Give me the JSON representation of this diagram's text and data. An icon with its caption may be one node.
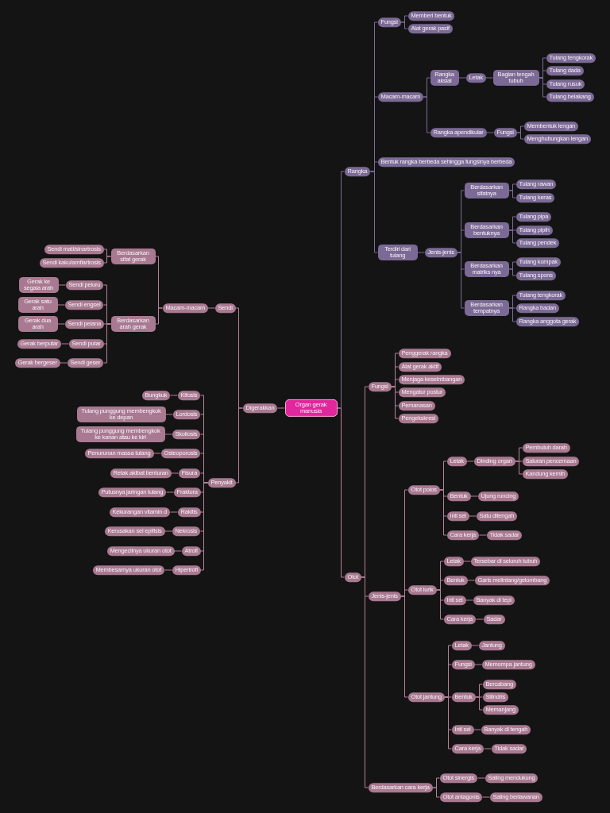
{
  "diagram": {
    "nodes": [
      {
        "text": [
          "Organ gerak manusia"
        ]
      },
      {
        "text": [
          "Rangka"
        ]
      },
      {
        "text": [
          "Fungsi"
        ]
      },
      {
        "text": [
          "Memberi bentuk"
        ]
      },
      {
        "text": [
          "Alat gerak pasif"
        ]
      },
      {
        "text": [
          "Macam-macam"
        ]
      },
      {
        "text": [
          "Rangka aksial"
        ]
      },
      {
        "text": [
          "Letak"
        ]
      },
      {
        "text": [
          "Bagian tengah tubuh"
        ]
      },
      {
        "text": [
          "Tulang tengkorak"
        ]
      },
      {
        "text": [
          "Tulang dada"
        ]
      },
      {
        "text": [
          "Tulang rusuk"
        ]
      },
      {
        "text": [
          "Tulang belakang"
        ]
      },
      {
        "text": [
          "Rangka apendikular"
        ]
      },
      {
        "text": [
          "Fungsi"
        ]
      },
      {
        "text": [
          "Membentuk lengan"
        ]
      },
      {
        "text": [
          "Menghubungkan lengan"
        ]
      },
      {
        "text": [
          "Bentuk rangka berbeda sehingga fungsinya berbeda"
        ]
      },
      {
        "text": [
          "Terdiri dari tulang"
        ]
      },
      {
        "text": [
          "Jenis-jenis"
        ]
      },
      {
        "text": [
          "Berdasarkan sifatnya"
        ]
      },
      {
        "text": [
          "Tulang rawan"
        ]
      },
      {
        "text": [
          "Tulang keras"
        ]
      },
      {
        "text": [
          "Berdasarkan bentuknya"
        ]
      },
      {
        "text": [
          "Tulang pipa"
        ]
      },
      {
        "text": [
          "Tulang pipih"
        ]
      },
      {
        "text": [
          "Tulang pendek"
        ]
      },
      {
        "text": [
          "Berdasarkan matriks nya"
        ]
      },
      {
        "text": [
          "Tulang kompak"
        ]
      },
      {
        "text": [
          "Tulang spons"
        ]
      },
      {
        "text": [
          "Berdasarkan tempatnya"
        ]
      },
      {
        "text": [
          "Tulang tengkorak"
        ]
      },
      {
        "text": [
          "Rangka badan"
        ]
      },
      {
        "text": [
          "Rangka anggota gerak"
        ]
      },
      {
        "text": [
          "Otot"
        ]
      },
      {
        "text": [
          "Fungsi"
        ]
      },
      {
        "text": [
          "Penggerak rangka"
        ]
      },
      {
        "text": [
          "Alat gerak aktif"
        ]
      },
      {
        "text": [
          "Menjaga keseimbangan"
        ]
      },
      {
        "text": [
          "Mengatur postur"
        ]
      },
      {
        "text": [
          "Pemanasan"
        ]
      },
      {
        "text": [
          "Pengekskresi"
        ]
      },
      {
        "text": [
          "Jenis-jenis"
        ]
      },
      {
        "text": [
          "Otot polos"
        ]
      },
      {
        "text": [
          "Letak"
        ]
      },
      {
        "text": [
          "Dinding organ"
        ]
      },
      {
        "text": [
          "Pembuluh darah"
        ]
      },
      {
        "text": [
          "Saluran pencernaan"
        ]
      },
      {
        "text": [
          "Kandung kemih"
        ]
      },
      {
        "text": [
          "Bentuk"
        ]
      },
      {
        "text": [
          "Ujung runcing"
        ]
      },
      {
        "text": [
          "Inti sel"
        ]
      },
      {
        "text": [
          "Satu ditengah"
        ]
      },
      {
        "text": [
          "Cara kerja"
        ]
      },
      {
        "text": [
          "Tidak sadar"
        ]
      },
      {
        "text": [
          "Otot lurik"
        ]
      },
      {
        "text": [
          "Letak"
        ]
      },
      {
        "text": [
          "Tersebar di seluruh tubuh"
        ]
      },
      {
        "text": [
          "Bentuk"
        ]
      },
      {
        "text": [
          "Garis melintang/gelombang"
        ]
      },
      {
        "text": [
          "Inti sel"
        ]
      },
      {
        "text": [
          "Banyak di tepi"
        ]
      },
      {
        "text": [
          "Cara kerja"
        ]
      },
      {
        "text": [
          "Sadar"
        ]
      },
      {
        "text": [
          "Otot jantung"
        ]
      },
      {
        "text": [
          "Letak"
        ]
      },
      {
        "text": [
          "Jantung"
        ]
      },
      {
        "text": [
          "Fungsi"
        ]
      },
      {
        "text": [
          "Memompa jantung"
        ]
      },
      {
        "text": [
          "Bentuk"
        ]
      },
      {
        "text": [
          "Bercabang"
        ]
      },
      {
        "text": [
          "Silindris"
        ]
      },
      {
        "text": [
          "Memanjang"
        ]
      },
      {
        "text": [
          "Inti sel"
        ]
      },
      {
        "text": [
          "Banyak di tengah"
        ]
      },
      {
        "text": [
          "Cara kerja"
        ]
      },
      {
        "text": [
          "Tidak sadar"
        ]
      },
      {
        "text": [
          "Berdasarkan cara kerja"
        ]
      },
      {
        "text": [
          "Otot sinergis"
        ]
      },
      {
        "text": [
          "Saling mendukung"
        ]
      },
      {
        "text": [
          "Otot antagonis"
        ]
      },
      {
        "text": [
          "Saling berlawanan"
        ]
      },
      {
        "text": [
          "Digerakkan"
        ]
      },
      {
        "text": [
          "Sendi"
        ]
      },
      {
        "text": [
          "Macam-macam"
        ]
      },
      {
        "text": [
          "Berdasarkan sifat gerak"
        ]
      },
      {
        "text": [
          "Sendi mati/sinartrosis"
        ]
      },
      {
        "text": [
          "Sendi kaku/amfiartrosis"
        ]
      },
      {
        "text": [
          "Berdasarkan arah gerak"
        ]
      },
      {
        "text": [
          "Sendi peluru"
        ]
      },
      {
        "text": [
          "Gerak ke segala arah"
        ]
      },
      {
        "text": [
          "Sendi engsel"
        ]
      },
      {
        "text": [
          "Gerak satu arah"
        ]
      },
      {
        "text": [
          "Sendi pelana"
        ]
      },
      {
        "text": [
          "Gerak dua arah"
        ]
      },
      {
        "text": [
          "Sendi putar"
        ]
      },
      {
        "text": [
          "Gerak berputar"
        ]
      },
      {
        "text": [
          "Sendi geser"
        ]
      },
      {
        "text": [
          "Gerak bergeser"
        ]
      },
      {
        "text": [
          "Penyakit"
        ]
      },
      {
        "text": [
          "Kifosis"
        ]
      },
      {
        "text": [
          "Bungkuk"
        ]
      },
      {
        "text": [
          "Lordosis"
        ]
      },
      {
        "text": [
          "Tulang punggung membengkok ke depan"
        ]
      },
      {
        "text": [
          "Skoliosis"
        ]
      },
      {
        "text": [
          "Tulang punggung membengkok ke kanan atau ke kiri"
        ]
      },
      {
        "text": [
          "Osteoporosis"
        ]
      },
      {
        "text": [
          "Penurunan massa tulang"
        ]
      },
      {
        "text": [
          "Fisura"
        ]
      },
      {
        "text": [
          "Retak akibat benturan"
        ]
      },
      {
        "text": [
          "Fraktura"
        ]
      },
      {
        "text": [
          "Putusnya jaringan tulang"
        ]
      },
      {
        "text": [
          "Rakitis"
        ]
      },
      {
        "text": [
          "Kekurangan vitamin d"
        ]
      },
      {
        "text": [
          "Nekrosis"
        ]
      },
      {
        "text": [
          "Kerusakan sel epifisis"
        ]
      },
      {
        "text": [
          "Atrofi"
        ]
      },
      {
        "text": [
          "Mengecilnya ukuran otot"
        ]
      },
      {
        "text": [
          "Hipertrofi"
        ]
      },
      {
        "text": [
          "Membesarnya ukuran otot"
        ]
      }
    ],
    "edges": [
      {
        "from": 0,
        "to": 1,
        "arrow": "none",
        "color": "#7d6a99"
      },
      {
        "from": 1,
        "to": 2,
        "arrow": "none",
        "color": "#7d6a99"
      },
      {
        "from": 2,
        "to": 3,
        "arrow": "none",
        "color": "#7d6a99"
      },
      {
        "from": 2,
        "to": 4,
        "arrow": "none",
        "color": "#7d6a99"
      },
      {
        "from": 1,
        "to": 5,
        "arrow": "none",
        "color": "#7d6a99"
      },
      {
        "from": 5,
        "to": 6,
        "arrow": "none",
        "color": "#7d6a99"
      },
      {
        "from": 6,
        "to": 7,
        "arrow": "none",
        "color": "#7d6a99"
      },
      {
        "from": 7,
        "to": 8,
        "arrow": "none",
        "color": "#7d6a99"
      },
      {
        "from": 8,
        "to": 9,
        "arrow": "none",
        "color": "#7d6a99"
      },
      {
        "from": 8,
        "to": 10,
        "arrow": "none",
        "color": "#7d6a99"
      },
      {
        "from": 8,
        "to": 11,
        "arrow": "none",
        "color": "#7d6a99"
      },
      {
        "from": 8,
        "to": 12,
        "arrow": "none",
        "color": "#7d6a99"
      },
      {
        "from": 5,
        "to": 13,
        "arrow": "none",
        "color": "#7d6a99"
      },
      {
        "from": 13,
        "to": 14,
        "arrow": "none",
        "color": "#7d6a99"
      },
      {
        "from": 14,
        "to": 15,
        "arrow": "none",
        "color": "#7d6a99"
      },
      {
        "from": 14,
        "to": 16,
        "arrow": "none",
        "color": "#7d6a99"
      },
      {
        "from": 1,
        "to": 17,
        "arrow": "none",
        "color": "#7d6a99"
      },
      {
        "from": 1,
        "to": 18,
        "arrow": "none",
        "color": "#7d6a99"
      },
      {
        "from": 18,
        "to": 19,
        "arrow": "none",
        "color": "#7d6a99"
      },
      {
        "from": 19,
        "to": 20,
        "arrow": "none",
        "color": "#7d6a99"
      },
      {
        "from": 20,
        "to": 21,
        "arrow": "none",
        "color": "#7d6a99"
      },
      {
        "from": 20,
        "to": 22,
        "arrow": "none",
        "color": "#7d6a99"
      },
      {
        "from": 19,
        "to": 23,
        "arrow": "none",
        "color": "#7d6a99"
      },
      {
        "from": 23,
        "to": 24,
        "arrow": "none",
        "color": "#7d6a99"
      },
      {
        "from": 23,
        "to": 25,
        "arrow": "none",
        "color": "#7d6a99"
      },
      {
        "from": 23,
        "to": 26,
        "arrow": "none",
        "color": "#7d6a99"
      },
      {
        "from": 19,
        "to": 27,
        "arrow": "none",
        "color": "#7d6a99"
      },
      {
        "from": 27,
        "to": 28,
        "arrow": "none",
        "color": "#7d6a99"
      },
      {
        "from": 27,
        "to": 29,
        "arrow": "none",
        "color": "#7d6a99"
      },
      {
        "from": 19,
        "to": 30,
        "arrow": "none",
        "color": "#7d6a99"
      },
      {
        "from": 30,
        "to": 31,
        "arrow": "none",
        "color": "#7d6a99"
      },
      {
        "from": 30,
        "to": 32,
        "arrow": "none",
        "color": "#7d6a99"
      },
      {
        "from": 30,
        "to": 33,
        "arrow": "none",
        "color": "#7d6a99"
      },
      {
        "from": 0,
        "to": 34,
        "arrow": "none"
      },
      {
        "from": 34,
        "to": 35,
        "arrow": "none"
      },
      {
        "from": 35,
        "to": 36,
        "arrow": "none"
      },
      {
        "from": 35,
        "to": 37,
        "arrow": "none"
      },
      {
        "from": 35,
        "to": 38,
        "arrow": "none"
      },
      {
        "from": 35,
        "to": 39,
        "arrow": "none"
      },
      {
        "from": 35,
        "to": 40,
        "arrow": "none"
      },
      {
        "from": 35,
        "to": 41,
        "arrow": "none"
      },
      {
        "from": 34,
        "to": 42,
        "arrow": "none"
      },
      {
        "from": 42,
        "to": 43,
        "arrow": "none"
      },
      {
        "from": 43,
        "to": 44,
        "arrow": "none"
      },
      {
        "from": 44,
        "to": 45,
        "arrow": "none"
      },
      {
        "from": 45,
        "to": 46,
        "arrow": "none"
      },
      {
        "from": 45,
        "to": 47,
        "arrow": "none"
      },
      {
        "from": 45,
        "to": 48,
        "arrow": "none"
      },
      {
        "from": 43,
        "to": 49,
        "arrow": "none"
      },
      {
        "from": 49,
        "to": 50,
        "arrow": "none"
      },
      {
        "from": 43,
        "to": 51,
        "arrow": "none"
      },
      {
        "from": 51,
        "to": 52,
        "arrow": "none"
      },
      {
        "from": 43,
        "to": 53,
        "arrow": "none"
      },
      {
        "from": 53,
        "to": 54,
        "arrow": "none"
      },
      {
        "from": 42,
        "to": 55,
        "arrow": "none"
      },
      {
        "from": 55,
        "to": 56,
        "arrow": "none"
      },
      {
        "from": 56,
        "to": 57,
        "arrow": "none"
      },
      {
        "from": 55,
        "to": 58,
        "arrow": "none"
      },
      {
        "from": 58,
        "to": 59,
        "arrow": "none"
      },
      {
        "from": 55,
        "to": 60,
        "arrow": "none"
      },
      {
        "from": 60,
        "to": 61,
        "arrow": "none"
      },
      {
        "from": 55,
        "to": 62,
        "arrow": "none"
      },
      {
        "from": 62,
        "to": 63,
        "arrow": "none"
      },
      {
        "from": 42,
        "to": 64,
        "arrow": "none"
      },
      {
        "from": 64,
        "to": 65,
        "arrow": "none"
      },
      {
        "from": 65,
        "to": 66,
        "arrow": "none"
      },
      {
        "from": 64,
        "to": 67,
        "arrow": "none"
      },
      {
        "from": 67,
        "to": 68,
        "arrow": "none"
      },
      {
        "from": 64,
        "to": 69,
        "arrow": "none"
      },
      {
        "from": 69,
        "to": 70,
        "arrow": "none"
      },
      {
        "from": 69,
        "to": 71,
        "arrow": "none"
      },
      {
        "from": 69,
        "to": 72,
        "arrow": "none"
      },
      {
        "from": 64,
        "to": 73,
        "arrow": "none"
      },
      {
        "from": 73,
        "to": 74,
        "arrow": "none"
      },
      {
        "from": 64,
        "to": 75,
        "arrow": "none"
      },
      {
        "from": 75,
        "to": 76,
        "arrow": "none"
      },
      {
        "from": 34,
        "to": 77,
        "arrow": "none"
      },
      {
        "from": 77,
        "to": 78,
        "arrow": "none"
      },
      {
        "from": 78,
        "to": 79,
        "arrow": "none"
      },
      {
        "from": 77,
        "to": 80,
        "arrow": "none"
      },
      {
        "from": 80,
        "to": 81,
        "arrow": "none"
      },
      {
        "from": 0,
        "to": 82,
        "arrow": "none"
      },
      {
        "from": 82,
        "to": 83,
        "arrow": "none"
      },
      {
        "from": 83,
        "to": 84,
        "arrow": "none"
      },
      {
        "from": 84,
        "to": 85,
        "arrow": "none"
      },
      {
        "from": 85,
        "to": 86,
        "arrow": "none"
      },
      {
        "from": 85,
        "to": 87,
        "arrow": "none"
      },
      {
        "from": 84,
        "to": 88,
        "arrow": "none"
      },
      {
        "from": 88,
        "to": 89,
        "arrow": "none"
      },
      {
        "from": 89,
        "to": 90,
        "arrow": "none"
      },
      {
        "from": 88,
        "to": 91,
        "arrow": "none"
      },
      {
        "from": 91,
        "to": 92,
        "arrow": "none"
      },
      {
        "from": 88,
        "to": 93,
        "arrow": "none"
      },
      {
        "from": 93,
        "to": 94,
        "arrow": "none"
      },
      {
        "from": 88,
        "to": 95,
        "arrow": "none"
      },
      {
        "from": 95,
        "to": 96,
        "arrow": "none"
      },
      {
        "from": 88,
        "to": 97,
        "arrow": "none"
      },
      {
        "from": 97,
        "to": 98,
        "arrow": "none"
      },
      {
        "from": 82,
        "to": 99,
        "arrow": "none"
      },
      {
        "from": 99,
        "to": 100,
        "arrow": "none"
      },
      {
        "from": 100,
        "to": 101,
        "arrow": "none"
      },
      {
        "from": 99,
        "to": 102,
        "arrow": "none"
      },
      {
        "from": 102,
        "to": 103,
        "arrow": "none"
      },
      {
        "from": 99,
        "to": 104,
        "arrow": "none"
      },
      {
        "from": 104,
        "to": 105,
        "arrow": "none"
      },
      {
        "from": 99,
        "to": 106,
        "arrow": "none"
      },
      {
        "from": 106,
        "to": 107,
        "arrow": "none"
      },
      {
        "from": 99,
        "to": 108,
        "arrow": "none"
      },
      {
        "from": 108,
        "to": 109,
        "arrow": "none"
      },
      {
        "from": 99,
        "to": 110,
        "arrow": "none"
      },
      {
        "from": 110,
        "to": 111,
        "arrow": "none"
      },
      {
        "from": 99,
        "to": 112,
        "arrow": "none"
      },
      {
        "from": 112,
        "to": 113,
        "arrow": "none"
      },
      {
        "from": 99,
        "to": 114,
        "arrow": "none"
      },
      {
        "from": 114,
        "to": 115,
        "arrow": "none"
      },
      {
        "from": 99,
        "to": 116,
        "arrow": "none"
      },
      {
        "from": 116,
        "to": 117,
        "arrow": "none"
      },
      {
        "from": 99,
        "to": 118,
        "arrow": "none"
      },
      {
        "from": 118,
        "to": 119,
        "arrow": "none"
      }
    ]
  }
}
